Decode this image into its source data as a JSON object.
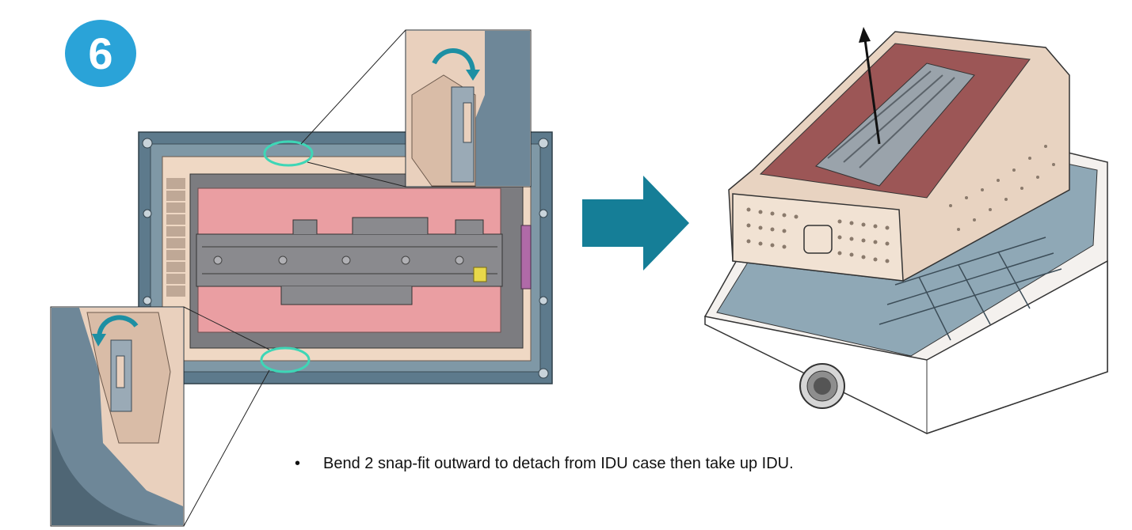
{
  "step": {
    "number": "6"
  },
  "instruction": {
    "bullet": "•",
    "text": "Bend 2 snap-fit outward to detach from IDU case then take up IDU."
  },
  "colors": {
    "badge": "#2aa3d8",
    "arrow": "#157e97",
    "highlight": "#3ed6b6",
    "case_slate": "#5d7a8c",
    "pcb_pink": "#ea9ea2",
    "housing_beige": "#efd8c4"
  },
  "icons": [
    "step-number-badge",
    "right-arrow-icon",
    "rotate-arrow-icon",
    "lift-arrow-icon"
  ]
}
